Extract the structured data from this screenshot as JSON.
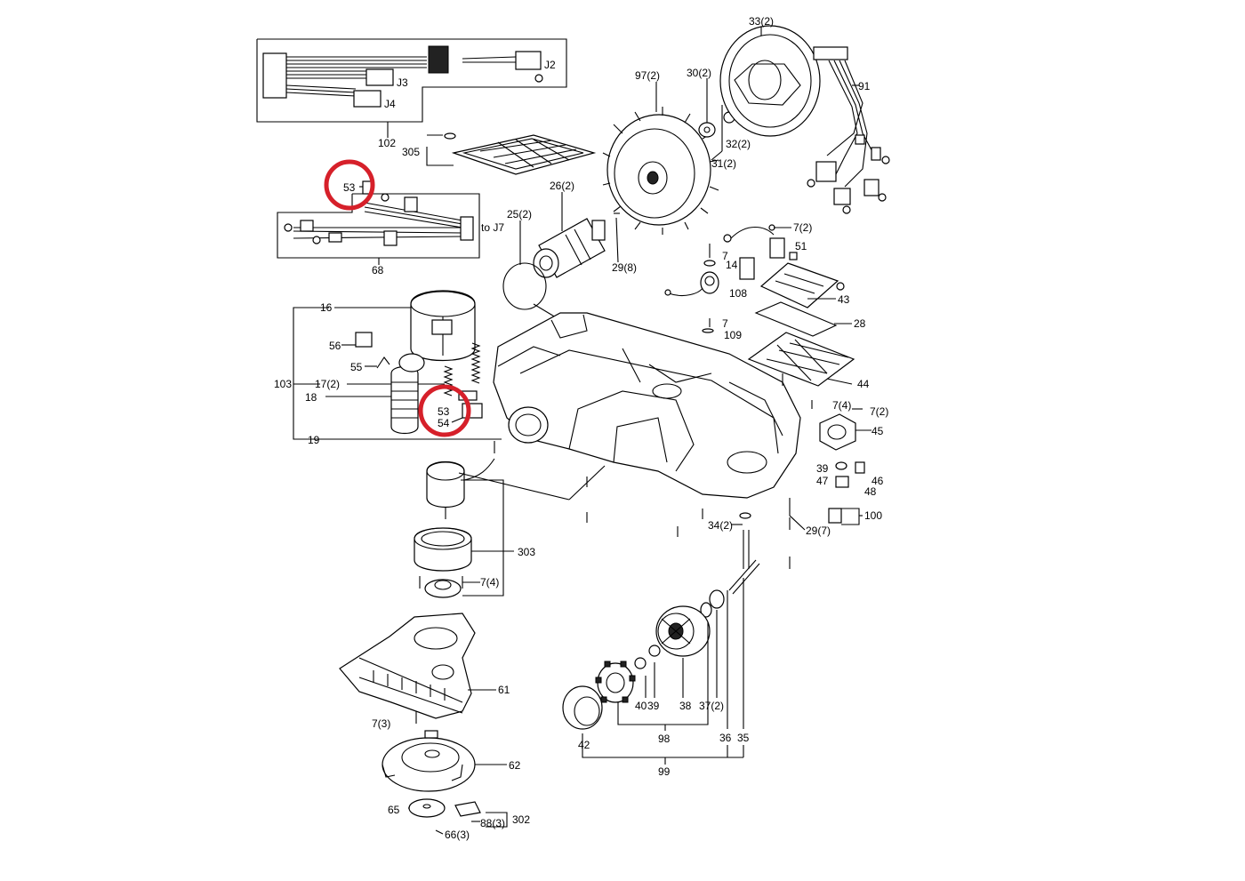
{
  "diagram": {
    "highlight_color": "#d6202a",
    "labels": {
      "l33": "33(2)",
      "l97": "97(2)",
      "l30": "30(2)",
      "l91": "91",
      "l32": "32(2)",
      "l31": "31(2)",
      "lJ2": "J2",
      "lJ3": "J3",
      "lJ4": "J4",
      "l102": "102",
      "l305": "305",
      "l53a": "53",
      "l26": "26(2)",
      "l25": "25(2)",
      "lJ7": "to J7",
      "l68": "68",
      "l29a": "29(8)",
      "l7a": "7(2)",
      "l51": "51",
      "l7b": "7",
      "l14": "14",
      "l108": "108",
      "l43": "43",
      "l16": "16",
      "l56": "56",
      "l55": "55",
      "l103": "103",
      "l17": "17(2)",
      "l18": "18",
      "l53b": "53",
      "l54": "54",
      "l19": "19",
      "l7c": "7",
      "l109": "109",
      "l28": "28",
      "l44": "44",
      "l7d": "7(4)",
      "l7e": "7(2)",
      "l45": "45",
      "l39a": "39",
      "l47": "47",
      "l46": "46",
      "l48": "48",
      "l100": "100",
      "l34": "34(2)",
      "l29b": "29(7)",
      "l303": "303",
      "l7f": "7(4)",
      "l61": "61",
      "l7g": "7(3)",
      "l62": "62",
      "l65": "65",
      "l88": "88(3)",
      "l302": "302",
      "l66": "66(3)",
      "l40": "40",
      "l39b": "39",
      "l38": "38",
      "l37": "37(2)",
      "l42": "42",
      "l98": "98",
      "l36": "36",
      "l35": "35",
      "l99": "99"
    }
  }
}
